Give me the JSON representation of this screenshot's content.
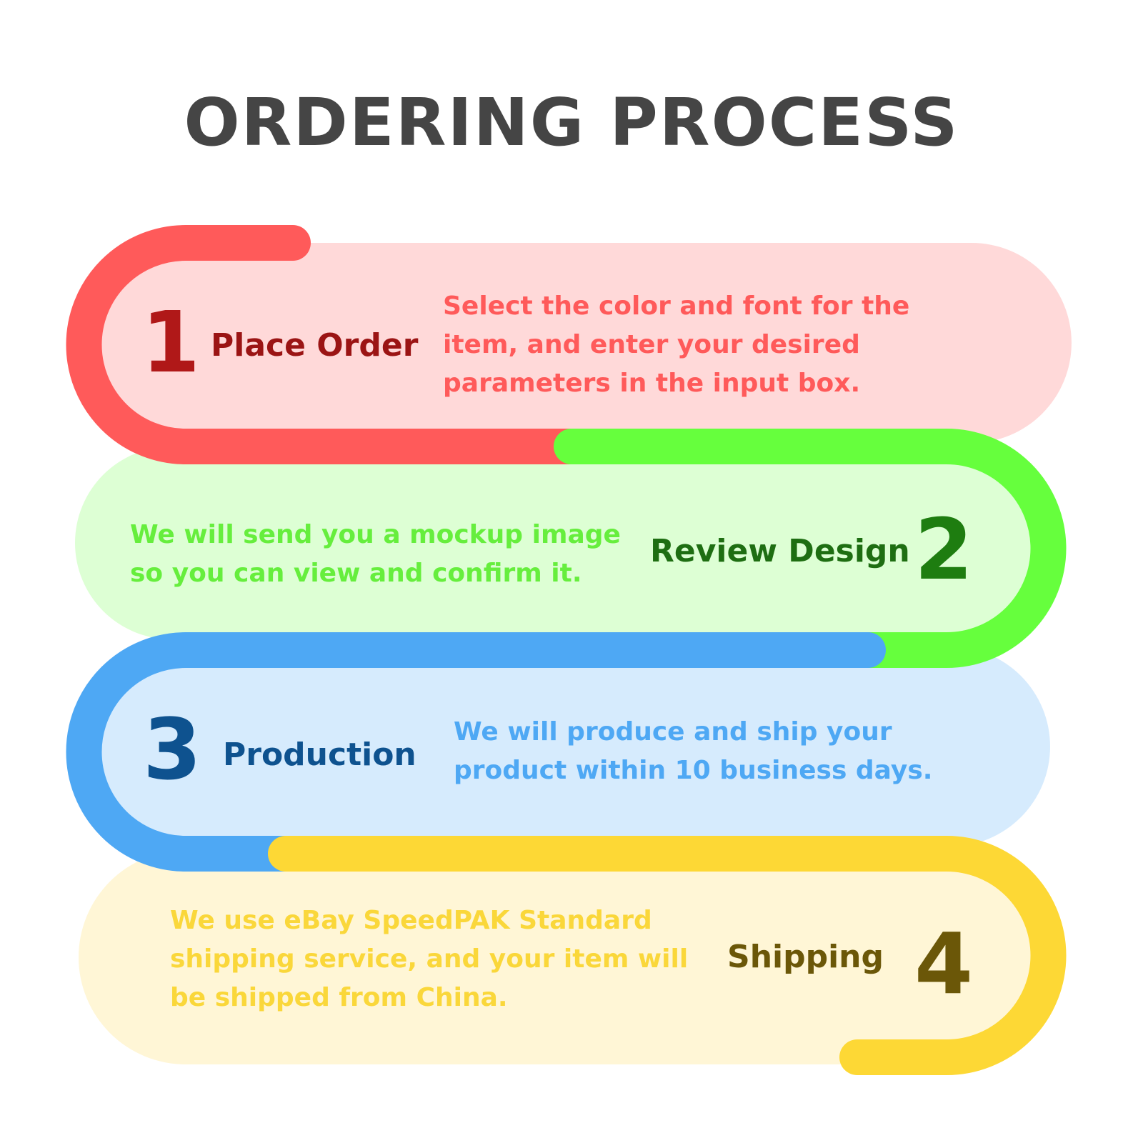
{
  "title": "ORDERING PROCESS",
  "steps": [
    {
      "number": "1",
      "label": "Place Order",
      "description": "Select the color and font for the item, and enter your desired parameters in the input box.",
      "colors": {
        "stroke": "#ff5a5a",
        "fill": "#ffd9d9",
        "number": "#b01818",
        "label": "#9b1414",
        "text": "#ff5a5a"
      }
    },
    {
      "number": "2",
      "label": "Review Design",
      "description": "We will send you a mockup image so you can view and confirm it.",
      "colors": {
        "stroke": "#66ff3d",
        "fill": "#ddffd4",
        "number": "#1e7d10",
        "label": "#1e6e12",
        "text": "#66ee3d"
      }
    },
    {
      "number": "3",
      "label": "Production",
      "description": "We will produce and ship your product within 10 business days.",
      "colors": {
        "stroke": "#4ea8f4",
        "fill": "#d6ebfd",
        "number": "#0e528f",
        "label": "#0e528f",
        "text": "#4ea8f4"
      }
    },
    {
      "number": "4",
      "label": "Shipping",
      "description": "We use eBay SpeedPAK Standard shipping service, and your item will be shipped from China.",
      "colors": {
        "stroke": "#fdd835",
        "fill": "#fff6d6",
        "number": "#6b5708",
        "label": "#6b5708",
        "text": "#fad73a"
      }
    }
  ]
}
